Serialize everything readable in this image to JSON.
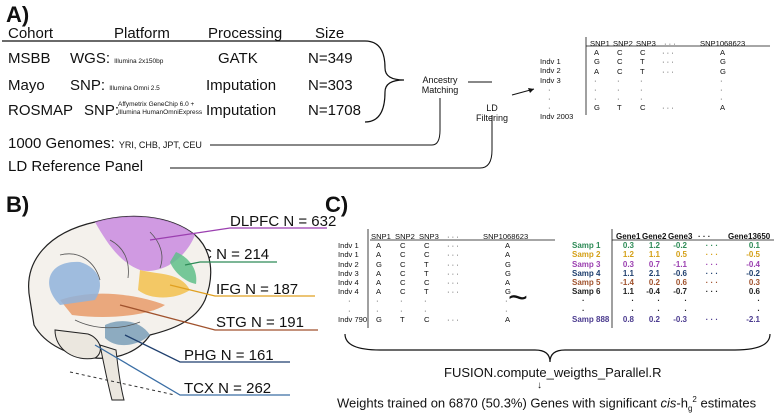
{
  "panels": {
    "a": "A)",
    "b": "B)",
    "c": "C)"
  },
  "panel_a": {
    "headers": [
      "Cohort",
      "Platform",
      "Processing",
      "Size"
    ],
    "rows": [
      {
        "cohort": "MSBB",
        "platform": "WGS:",
        "platform_detail": "Illumina 2x150bp",
        "processing": "GATK",
        "size": "N=349"
      },
      {
        "cohort": "Mayo",
        "platform": "SNP:",
        "platform_detail": "Illumina Omni 2.5",
        "processing": "Imputation",
        "size": "N=303"
      },
      {
        "cohort": "ROSMAP",
        "platform": "SNP:",
        "platform_detail_line1": "Affymetrix GeneChip 6.0 +",
        "platform_detail_line2": "Illumina HumanOmniExpress",
        "processing": "Imputation",
        "size": "N=1708"
      }
    ],
    "genomes_label": "1000 Genomes:",
    "genomes_detail": "YRI, CHB, JPT, CEU",
    "ld_panel": "LD Reference Panel",
    "ancestry_line1": "Ancestry",
    "ancestry_line2": "Matching",
    "ld_line1": "LD",
    "ld_line2": "Filtering",
    "matrix": {
      "columns": [
        "SNP1",
        "SNP2",
        "SNP3",
        "· · ·",
        "SNP1068623"
      ],
      "rows": [
        {
          "label": "Indv 1",
          "values": [
            "A",
            "C",
            "C",
            "· · ·",
            "A"
          ]
        },
        {
          "label": "Indv 2",
          "values": [
            "G",
            "C",
            "T",
            "· · ·",
            "G"
          ]
        },
        {
          "label": "Indv 3",
          "values": [
            "A",
            "C",
            "T",
            "· · ·",
            "G"
          ]
        },
        {
          "label": "·",
          "values": [
            "·",
            "·",
            "·",
            "",
            "·"
          ]
        },
        {
          "label": "·",
          "values": [
            "·",
            "·",
            "·",
            "",
            "·"
          ]
        },
        {
          "label": "·",
          "values": [
            "·",
            "·",
            "·",
            "",
            "·"
          ]
        },
        {
          "label": "Indv 2003",
          "values": [
            "G",
            "T",
            "C",
            "· · ·",
            "A"
          ]
        }
      ]
    }
  },
  "panel_b": {
    "regions": [
      {
        "label": "DLPFC",
        "n": "N = 632",
        "color": "#9b3fb0"
      },
      {
        "label": "PFC",
        "n": "N = 214",
        "color": "#2e8b57"
      },
      {
        "label": "IFG",
        "n": "N = 187",
        "color": "#e0a020"
      },
      {
        "label": "STG",
        "n": "N = 191",
        "color": "#a0522d"
      },
      {
        "label": "PHG",
        "n": "N = 161",
        "color": "#1f3f6e"
      },
      {
        "label": "TCX",
        "n": "N = 262",
        "color": "#3a6ea5"
      }
    ]
  },
  "panel_c": {
    "snp_columns": [
      "SNP1",
      "SNP2",
      "SNP3",
      "· · ·",
      "SNP1068623"
    ],
    "snp_rows": [
      {
        "label": "Indv 1",
        "values": [
          "A",
          "C",
          "C",
          "· · ·",
          "A"
        ]
      },
      {
        "label": "Indv 1",
        "values": [
          "A",
          "C",
          "C",
          "· · ·",
          "A"
        ]
      },
      {
        "label": "Indv 2",
        "values": [
          "G",
          "C",
          "T",
          "· · ·",
          "G"
        ]
      },
      {
        "label": "Indv 3",
        "values": [
          "A",
          "C",
          "T",
          "· · ·",
          "G"
        ]
      },
      {
        "label": "Indv 4",
        "values": [
          "A",
          "C",
          "C",
          "· · ·",
          "A"
        ]
      },
      {
        "label": "Indv 4",
        "values": [
          "A",
          "C",
          "T",
          "· · ·",
          "G"
        ]
      },
      {
        "label": "·",
        "values": [
          "·",
          "·",
          "·",
          "",
          "·"
        ]
      },
      {
        "label": "·",
        "values": [
          "·",
          "·",
          "·",
          "",
          "·"
        ]
      },
      {
        "label": "Indv 790",
        "values": [
          "G",
          "T",
          "C",
          "· · ·",
          "A"
        ]
      }
    ],
    "tilde": "~",
    "gene_columns": [
      "Gene1",
      "Gene2",
      "Gene3",
      "· · ·",
      "Gene13650"
    ],
    "gene_rows": [
      {
        "label": "Samp 1",
        "values": [
          "0.3",
          "1.2",
          "-0.2",
          "· · ·",
          "0.1"
        ],
        "color": "#2e8b57"
      },
      {
        "label": "Samp 2",
        "values": [
          "1.2",
          "1.1",
          "0.5",
          "· · ·",
          "-0.5"
        ],
        "color": "#d4a017"
      },
      {
        "label": "Samp 3",
        "values": [
          "0.3",
          "0.7",
          "-1.1",
          "· · ·",
          "-0.4"
        ],
        "color": "#9b3fb0"
      },
      {
        "label": "Samp 4",
        "values": [
          "1.1",
          "2.1",
          "-0.6",
          "· · ·",
          "-0.2"
        ],
        "color": "#1f3f6e"
      },
      {
        "label": "Samp 5",
        "values": [
          "-1.4",
          "0.2",
          "0.6",
          "· · ·",
          "0.3"
        ],
        "color": "#a0522d"
      },
      {
        "label": "Samp 6",
        "values": [
          "1.1",
          "-0.4",
          "-0.7",
          "· · ·",
          "0.6"
        ],
        "color": "#222222"
      },
      {
        "label": "·",
        "values": [
          "·",
          "·",
          "·",
          "",
          "·"
        ],
        "color": "#222222"
      },
      {
        "label": "·",
        "values": [
          "·",
          "·",
          "·",
          "",
          "·"
        ],
        "color": "#222222"
      },
      {
        "label": "Samp 888",
        "values": [
          "0.8",
          "0.2",
          "-0.3",
          "· · ·",
          "-2.1"
        ],
        "color": "#4b3b8f"
      }
    ],
    "script_label": "FUSION.compute_weigths_Parallel.R",
    "arrow": "↓",
    "weights_prefix": "Weights trained on 6870 (50.3%) Genes with significant ",
    "weights_cis": "cis",
    "weights_h": "-h",
    "weights_sub": "g",
    "weights_sup": "2",
    "weights_suffix": " estimates"
  }
}
